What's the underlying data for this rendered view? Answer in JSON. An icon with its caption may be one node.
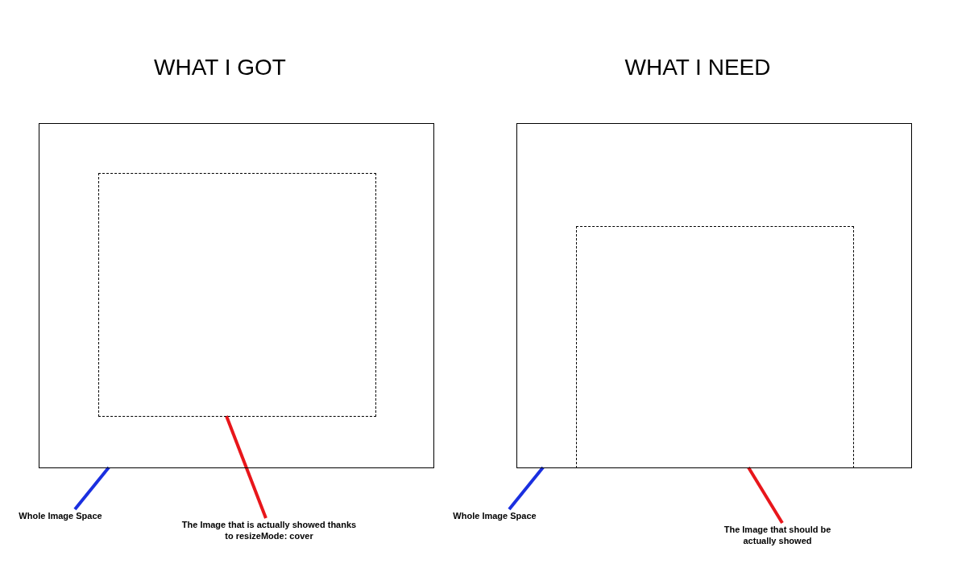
{
  "diagram": {
    "nodes": [
      {
        "text": [
          "WHAT I GOT"
        ]
      },
      {
        "text": [],
        "shape": "box",
        "in": 0
      },
      {
        "text": [
          "Whole Image Space"
        ]
      },
      {
        "text": [
          "The Image that is actually showed thanks to resizeMode: cover"
        ]
      },
      {
        "text": [
          "WHAT I NEED"
        ]
      },
      {
        "text": [],
        "shape": "box",
        "in": 4
      },
      {
        "text": [
          "Whole Image Space"
        ]
      },
      {
        "text": [
          "The Image that should be actually showed"
        ]
      }
    ],
    "edges": [
      {
        "from": 2,
        "to": 0,
        "arrow": "none",
        "color": "#1a2fe0"
      },
      {
        "from": 3,
        "to": 1,
        "arrow": "none",
        "color": "#e8161b"
      },
      {
        "from": 6,
        "to": 4,
        "arrow": "none",
        "color": "#1a2fe0"
      },
      {
        "from": 7,
        "to": 5,
        "arrow": "none",
        "color": "#e8161b"
      }
    ]
  }
}
